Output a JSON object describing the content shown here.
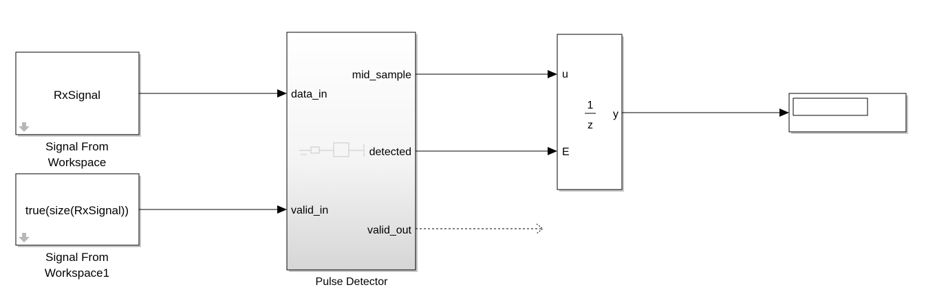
{
  "blocks": {
    "signal_from_workspace": {
      "content": "RxSignal",
      "caption_line1": "Signal From",
      "caption_line2": "Workspace"
    },
    "signal_from_workspace1": {
      "content": "true(size(RxSignal))",
      "caption_line1": "Signal From",
      "caption_line2": "Workspace1"
    },
    "pulse_detector": {
      "caption": "Pulse Detector",
      "in_ports": [
        "data_in",
        "valid_in"
      ],
      "out_ports": [
        "mid_sample",
        "detected",
        "valid_out"
      ]
    },
    "enabled_delay": {
      "numerator": "1",
      "denominator": "z",
      "in_ports": [
        "u",
        "E"
      ],
      "out_port": "y"
    },
    "display": {
      "value": ""
    }
  },
  "colors": {
    "block_fill": "#ffffff",
    "subsystem_gradient_top": "#ffffff",
    "subsystem_gradient_bottom": "#d8d8d8",
    "line": "#000000",
    "shadow": "#c8c8c8"
  }
}
